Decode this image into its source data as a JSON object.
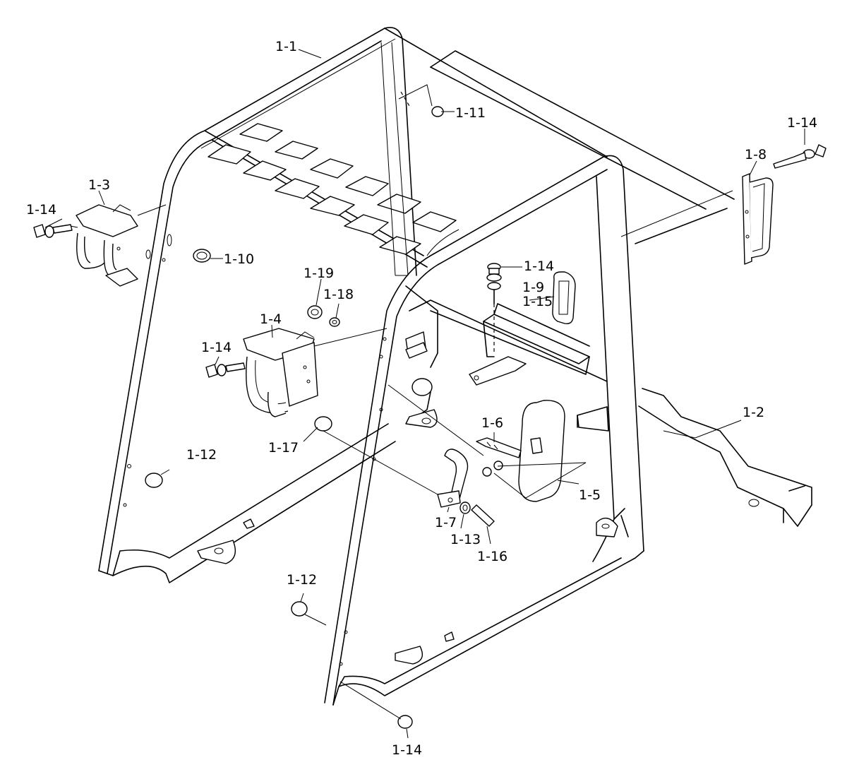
{
  "labels": {
    "l1_1": "1-1",
    "l1_2": "1-2",
    "l1_3": "1-3",
    "l1_4": "1-4",
    "l1_5": "1-5",
    "l1_6": "1-6",
    "l1_7": "1-7",
    "l1_8": "1-8",
    "l1_9": "1-9",
    "l1_10": "1-10",
    "l1_11": "1-11",
    "l1_12a": "1-12",
    "l1_12b": "1-12",
    "l1_13": "1-13",
    "l1_14a": "1-14",
    "l1_14b": "1-14",
    "l1_14c": "1-14",
    "l1_14d": "1-14",
    "l1_14e": "1-14",
    "l1_15": "1-15",
    "l1_16": "1-16",
    "l1_17": "1-17",
    "l1_18": "1-18",
    "l1_19": "1-19"
  }
}
